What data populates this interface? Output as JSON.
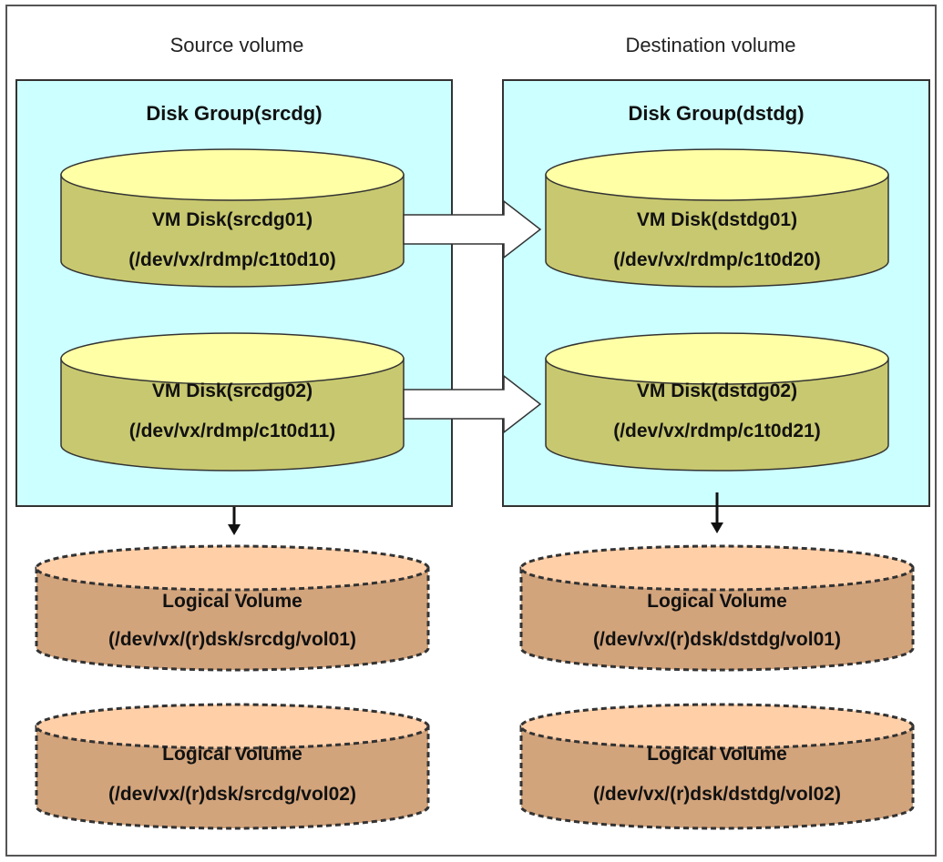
{
  "colors": {
    "group_fill": "#ccffff",
    "vm_disk_fill": "#c8c870",
    "vm_disk_top": "#ffffa6",
    "logical_fill": "#d2a47c",
    "logical_top": "#ffcfa8",
    "border": "#333333"
  },
  "source": {
    "column_title": "Source volume",
    "group_title": "Disk Group(srcdg)",
    "vm_disks": [
      {
        "name": "VM Disk(srcdg01)",
        "path": "(/dev/vx/rdmp/c1t0d10)"
      },
      {
        "name": "VM Disk(srcdg02)",
        "path": "(/dev/vx/rdmp/c1t0d11)"
      }
    ],
    "logical_volumes": [
      {
        "name": "Logical Volume",
        "path": "(/dev/vx/(r)dsk/srcdg/vol01)"
      },
      {
        "name": "Logical Volume",
        "path": "(/dev/vx/(r)dsk/srcdg/vol02)"
      }
    ]
  },
  "destination": {
    "column_title": "Destination volume",
    "group_title": "Disk Group(dstdg)",
    "vm_disks": [
      {
        "name": "VM Disk(dstdg01)",
        "path": "(/dev/vx/rdmp/c1t0d20)"
      },
      {
        "name": "VM Disk(dstdg02)",
        "path": "(/dev/vx/rdmp/c1t0d21)"
      }
    ],
    "logical_volumes": [
      {
        "name": "Logical Volume",
        "path": "(/dev/vx/(r)dsk/dstdg/vol01)"
      },
      {
        "name": "Logical Volume",
        "path": "(/dev/vx/(r)dsk/dstdg/vol02)"
      }
    ]
  }
}
